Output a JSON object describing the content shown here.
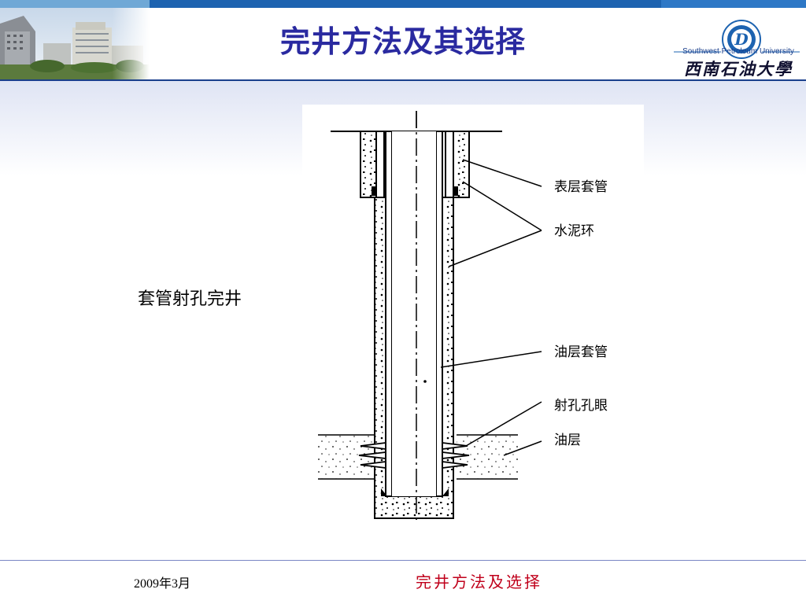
{
  "header": {
    "title": "完井方法及其选择",
    "university_en": "Southwest Petroleum University",
    "university_cn": "西南石油大學"
  },
  "main": {
    "caption": "套管射孔完井",
    "diagram_labels": {
      "surface_casing": "表层套管",
      "cement_ring": "水泥环",
      "oil_casing": "油层套管",
      "perforation": "射孔孔眼",
      "oil_layer": "油层"
    }
  },
  "footer": {
    "date": "2009年3月",
    "title": "完井方法及选择"
  },
  "colors": {
    "title": "#2a2aa0",
    "footer_title": "#c0001b",
    "header_bar": "#1d63b0"
  }
}
